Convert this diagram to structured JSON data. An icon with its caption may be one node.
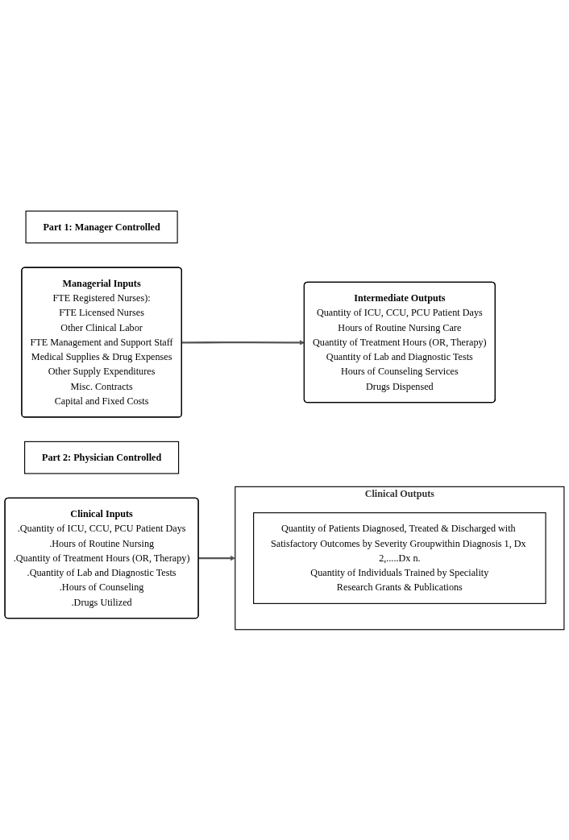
{
  "diagram": {
    "nodes": [
      {
        "text": [
          "Part 1: Manager Controlled"
        ]
      },
      {
        "text": [
          "Managerial Inputs",
          "FTE Registered Nurses):",
          "FTE Licensed Nurses",
          "Other Clinical Labor",
          "FTE Management and Support Staff",
          "Medical Supplies & Drug Expenses",
          "Other Supply Expenditures",
          "Misc. Contracts",
          "Capital and Fixed Costs"
        ]
      },
      {
        "text": [
          "Intermediate Outputs",
          "Quantity of ICU, CCU, PCU Patient Days",
          "Hours of Routine Nursing Care",
          "Quantity of Treatment Hours (OR, Therapy)",
          "Quantity of Lab and Diagnostic Tests",
          "Hours of Counseling Services",
          "Drugs Dispensed"
        ]
      },
      {
        "text": [
          "Part 2: Physician Controlled"
        ]
      },
      {
        "text": [
          "Clinical Inputs",
          ".Quantity of ICU, CCU, PCU Patient Days",
          ".Hours of Routine Nursing",
          ".Quantity of Treatment Hours (OR, Therapy)",
          ".Quantity of Lab and Diagnostic Tests",
          ".Hours of Counseling",
          ".Drugs Utilized"
        ]
      },
      {
        "text": [
          "Clinical Outputs"
        ]
      },
      {
        "text": [
          "Quantity of Patients Diagnosed, Treated & Discharged with Satisfactory Outcomes by Severity Groupwithin Diagnosis 1, Dx 2,.....Dx n.",
          "Quantity of Individuals Trained by Speciality",
          "Research Grants & Publications"
        ],
        "in": 5
      }
    ],
    "edges": [
      {
        "from": 1,
        "to": 2,
        "arrow": "to"
      },
      {
        "from": 4,
        "to": 5,
        "arrow": "to"
      }
    ]
  }
}
